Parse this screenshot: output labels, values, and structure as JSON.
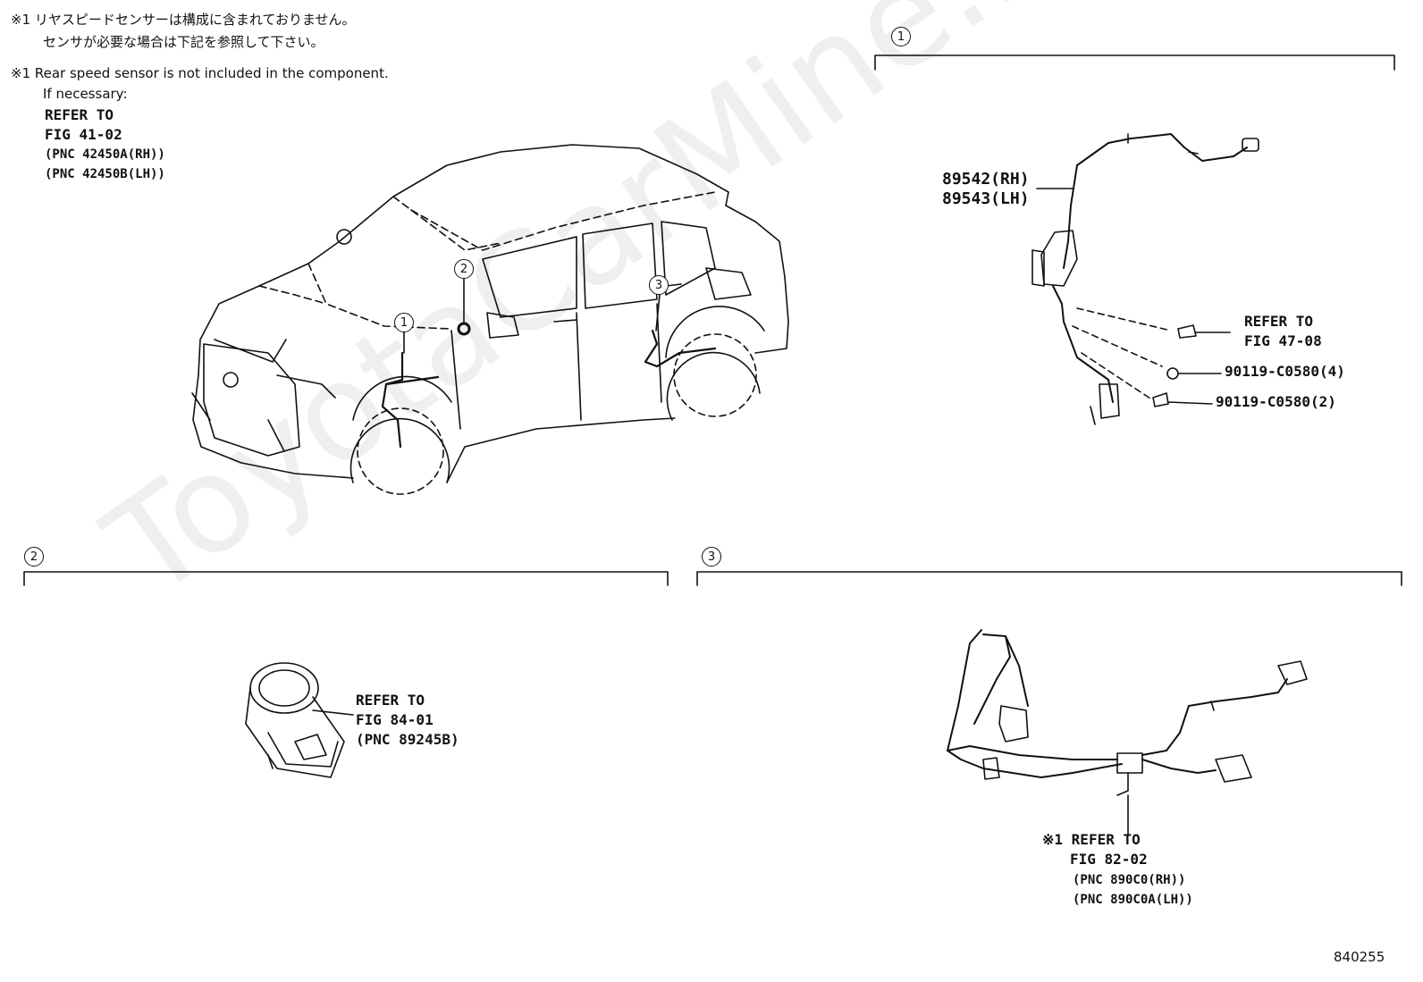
{
  "notes": {
    "jp_line1": "※1 リヤスピードセンサーは構成に含まれておりません。",
    "jp_line2": "センサが必要な場合は下記を参照して下さい。",
    "en_line1": "※1 Rear speed sensor is not included in the component.",
    "en_line2": "If necessary:",
    "refer_to": "REFER TO",
    "fig": "FIG 41-02",
    "pnc_rh": "(PNC 42450A(RH))",
    "pnc_lh": "(PNC 42450B(LH))"
  },
  "callouts": {
    "one": "1",
    "two": "2",
    "three": "3"
  },
  "section1": {
    "part_rh": "89542(RH)",
    "part_lh": "89543(LH)",
    "refer_to": "REFER TO",
    "fig": "FIG 47-08",
    "bolt_a": "90119-C0580(4)",
    "bolt_b": "90119-C0580(2)"
  },
  "section2": {
    "refer_to": "REFER TO",
    "fig": "FIG 84-01",
    "pnc": "(PNC 89245B)"
  },
  "section3": {
    "refer_to": "※1 REFER TO",
    "fig": "FIG 82-02",
    "pnc_rh": "(PNC 890C0(RH))",
    "pnc_lh": "(PNC 890C0A(LH))"
  },
  "watermark": "ToyotaCarMine.ru",
  "diagram_code": "840255"
}
